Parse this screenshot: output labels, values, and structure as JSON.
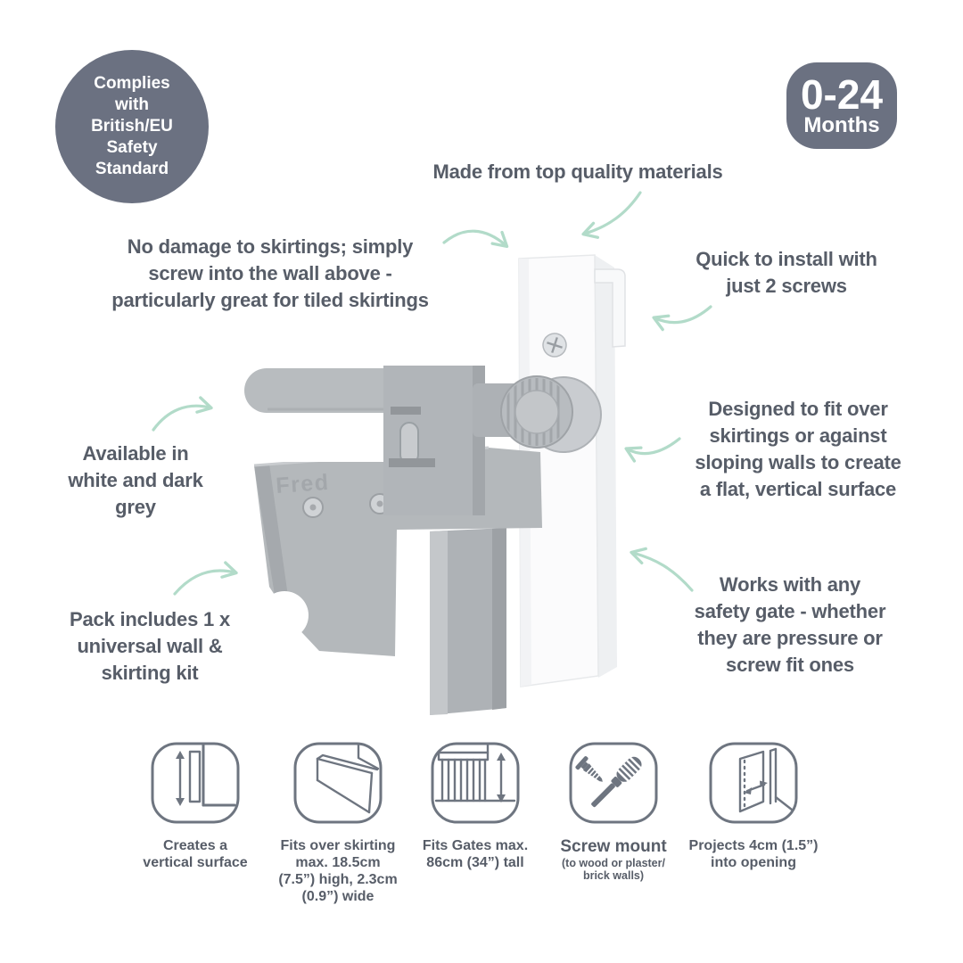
{
  "colors": {
    "badge_bg": "#6b7181",
    "text": "#575d68",
    "arrow": "#b2dbc9",
    "icon_stroke": "#6e7580"
  },
  "badges": {
    "compliance": {
      "lines": [
        "Complies",
        "with",
        "British/EU",
        "Safety",
        "Standard"
      ]
    },
    "age": {
      "range": "0-24",
      "unit": "Months"
    }
  },
  "annotations": {
    "top": {
      "lines": [
        "Made from top quality materials"
      ]
    },
    "left1": {
      "lines": [
        "No damage to skirtings; simply",
        "screw into the wall above -",
        "particularly great for tiled skirtings"
      ]
    },
    "right1": {
      "lines": [
        "Quick to install with",
        "just 2 screws"
      ]
    },
    "left2": {
      "lines": [
        "Available in",
        "white and dark",
        "grey"
      ]
    },
    "right2": {
      "lines": [
        "Designed to fit over",
        "skirtings or against",
        "sloping walls to create",
        "a flat, vertical surface"
      ]
    },
    "left3": {
      "lines": [
        "Pack includes 1 x",
        "universal wall &",
        "skirting kit"
      ]
    },
    "right3": {
      "lines": [
        "Works with any",
        "safety gate - whether",
        "they are pressure or",
        "screw fit ones"
      ]
    }
  },
  "product": {
    "brand": "Fred"
  },
  "features": [
    {
      "icon": "vertical-surface-icon",
      "caption_lines": [
        [
          {
            "t": "Creates a"
          }
        ],
        [
          {
            "t": "vertical surface"
          }
        ]
      ]
    },
    {
      "icon": "fits-over-skirting-icon",
      "caption_lines": [
        [
          {
            "t": "Fits over skirting"
          }
        ],
        [
          {
            "t": "max. "
          },
          {
            "t": "18.5cm",
            "b": true
          }
        ],
        [
          {
            "t": "(7.5”) ",
            "b": false
          },
          {
            "t": "high, 2.3cm",
            "b": true
          }
        ],
        [
          {
            "t": "(0.9”) ",
            "b": false
          },
          {
            "t": "wide",
            "b": true
          }
        ]
      ]
    },
    {
      "icon": "gate-height-icon",
      "caption_lines": [
        [
          {
            "t": "Fits Gates max."
          }
        ],
        [
          {
            "t": "86cm",
            "b": true
          },
          {
            "t": " (34”) "
          },
          {
            "t": "tall",
            "b": true
          }
        ]
      ]
    },
    {
      "icon": "screw-mount-icon",
      "caption_lines": [
        [
          {
            "t": "Screw mount",
            "b": true,
            "c": "big"
          }
        ],
        [
          {
            "t": "(to wood or plaster/",
            "c": "small"
          }
        ],
        [
          {
            "t": "brick walls)",
            "c": "small"
          }
        ]
      ]
    },
    {
      "icon": "projects-into-opening-icon",
      "caption_lines": [
        [
          {
            "t": "Projects "
          },
          {
            "t": "4cm",
            "b": true
          },
          {
            "t": " (1.5”)"
          }
        ],
        [
          {
            "t": "into opening"
          }
        ]
      ]
    }
  ]
}
